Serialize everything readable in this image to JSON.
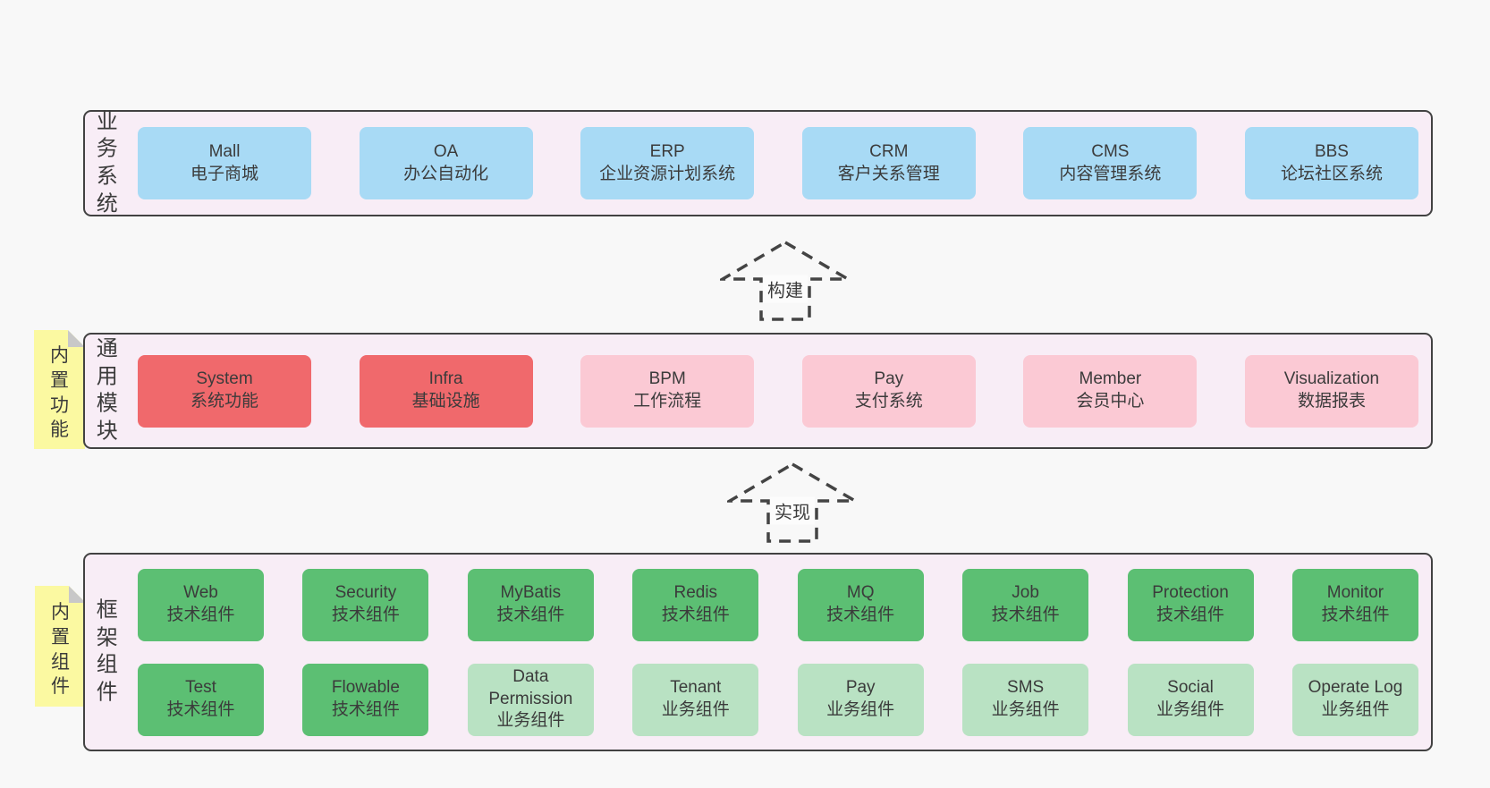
{
  "page": {
    "background": "#F8F8F8"
  },
  "colors": {
    "blue": "#A8DAF5",
    "red": "#F0696C",
    "pink": "#FBC9D4",
    "green": "#5CBF73",
    "green_light": "#B9E2C3",
    "layer_bg": "#F8EDF6",
    "layer_border": "#424242",
    "note_bg": "#FBF9A1",
    "note_fold": "#C8C8C8",
    "text": "#3B3B3B"
  },
  "layers": [
    {
      "side_label": "业务系统",
      "rows": [
        [
          {
            "title": "Mall",
            "subtitle": "电子商城",
            "color": "blue"
          },
          {
            "title": "OA",
            "subtitle": "办公自动化",
            "color": "blue"
          },
          {
            "title": "ERP",
            "subtitle": "企业资源计划系统",
            "color": "blue"
          },
          {
            "title": "CRM",
            "subtitle": "客户关系管理",
            "color": "blue"
          },
          {
            "title": "CMS",
            "subtitle": "内容管理系统",
            "color": "blue"
          },
          {
            "title": "BBS",
            "subtitle": "论坛社区系统",
            "color": "blue"
          }
        ]
      ]
    },
    {
      "side_label": "通用模块",
      "note": "内置功能",
      "rows": [
        [
          {
            "title": "System",
            "subtitle": "系统功能",
            "color": "red"
          },
          {
            "title": "Infra",
            "subtitle": "基础设施",
            "color": "red"
          },
          {
            "title": "BPM",
            "subtitle": "工作流程",
            "color": "pink"
          },
          {
            "title": "Pay",
            "subtitle": "支付系统",
            "color": "pink"
          },
          {
            "title": "Member",
            "subtitle": "会员中心",
            "color": "pink"
          },
          {
            "title": "Visualization",
            "subtitle": "数据报表",
            "color": "pink"
          }
        ]
      ]
    },
    {
      "side_label": "框架组件",
      "note": "内置组件",
      "rows": [
        [
          {
            "title": "Web",
            "subtitle": "技术组件",
            "color": "green"
          },
          {
            "title": "Security",
            "subtitle": "技术组件",
            "color": "green"
          },
          {
            "title": "MyBatis",
            "subtitle": "技术组件",
            "color": "green"
          },
          {
            "title": "Redis",
            "subtitle": "技术组件",
            "color": "green"
          },
          {
            "title": "MQ",
            "subtitle": "技术组件",
            "color": "green"
          },
          {
            "title": "Job",
            "subtitle": "技术组件",
            "color": "green"
          },
          {
            "title": "Protection",
            "subtitle": "技术组件",
            "color": "green"
          },
          {
            "title": "Monitor",
            "subtitle": "技术组件",
            "color": "green"
          }
        ],
        [
          {
            "title": "Test",
            "subtitle": "技术组件",
            "color": "green"
          },
          {
            "title": "Flowable",
            "subtitle": "技术组件",
            "color": "green"
          },
          {
            "title": "Data Permission",
            "subtitle": "业务组件",
            "color": "green_light"
          },
          {
            "title": "Tenant",
            "subtitle": "业务组件",
            "color": "green_light"
          },
          {
            "title": "Pay",
            "subtitle": "业务组件",
            "color": "green_light"
          },
          {
            "title": "SMS",
            "subtitle": "业务组件",
            "color": "green_light"
          },
          {
            "title": "Social",
            "subtitle": "业务组件",
            "color": "green_light"
          },
          {
            "title": "Operate Log",
            "subtitle": "业务组件",
            "color": "green_light"
          }
        ]
      ]
    }
  ],
  "arrows": [
    {
      "label": "构建"
    },
    {
      "label": "实现"
    }
  ]
}
